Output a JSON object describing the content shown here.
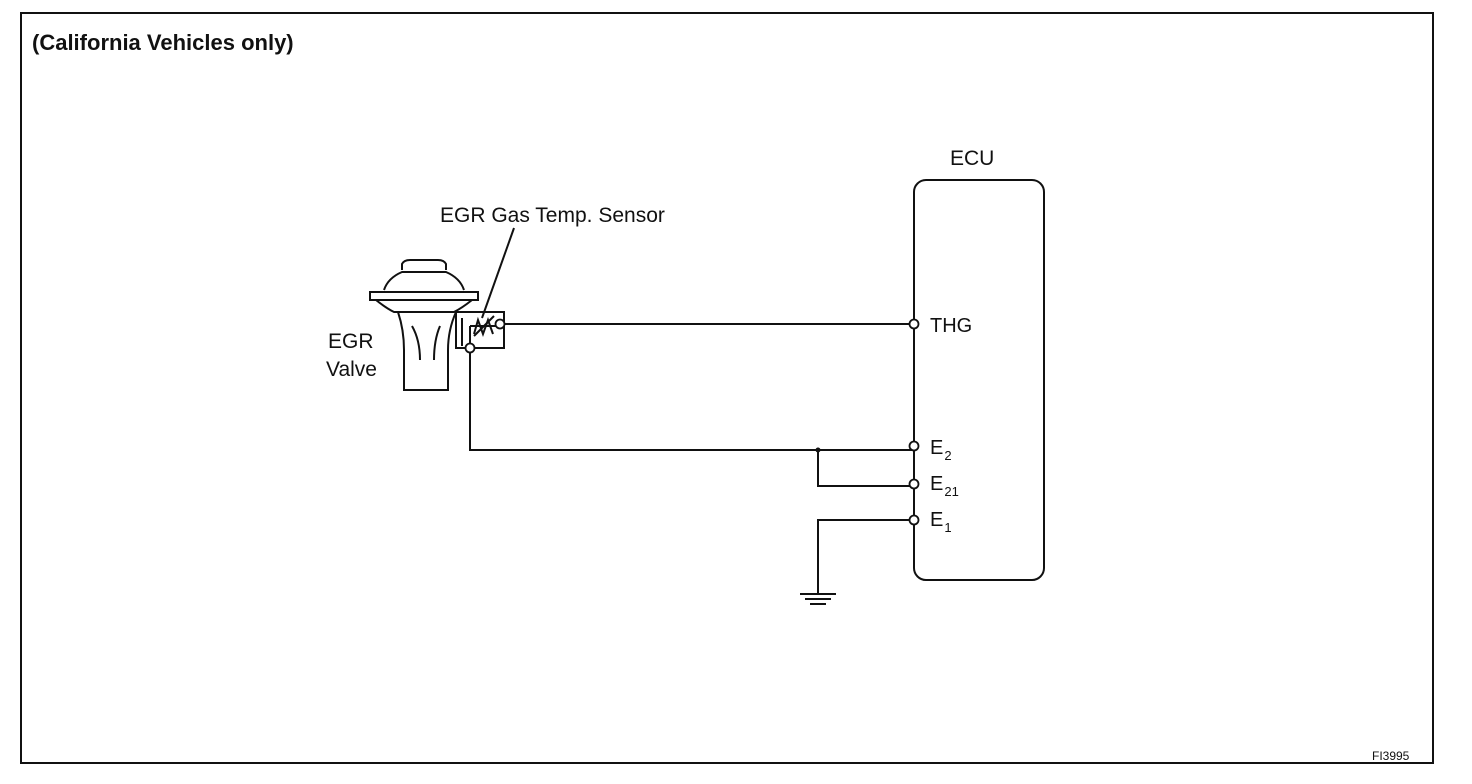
{
  "title": "(California Vehicles only)",
  "labels": {
    "ecu": "ECU",
    "sensor": "EGR Gas Temp. Sensor",
    "valve_line1": "EGR",
    "valve_line2": "Valve"
  },
  "pins": [
    {
      "id": "thg",
      "base": "THG",
      "sub": ""
    },
    {
      "id": "e2",
      "base": "E",
      "sub": "2"
    },
    {
      "id": "e21",
      "base": "E",
      "sub": "21"
    },
    {
      "id": "e1",
      "base": "E",
      "sub": "1"
    }
  ],
  "figure_code": "FI3995",
  "icons": [
    "egr-valve-icon",
    "thermistor-icon",
    "ground-icon"
  ]
}
